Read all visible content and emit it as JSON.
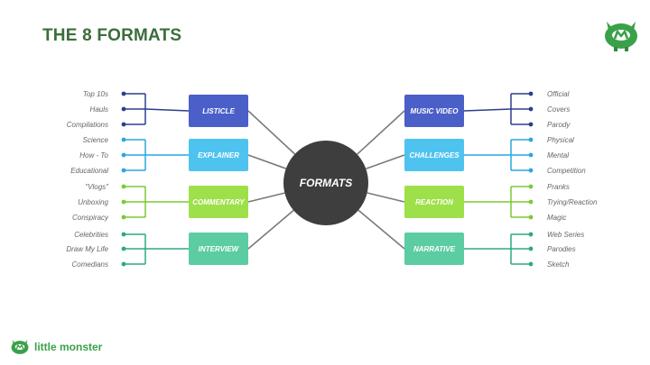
{
  "page": {
    "title": "THE 8 FORMATS"
  },
  "brand": {
    "name": "little monster",
    "logo_icon": "monster-logo-icon",
    "color": "#3aa14a"
  },
  "center": {
    "label": "FORMATS",
    "color": "#3e3e3e"
  },
  "left_groups": [
    {
      "label": "LISTICLE",
      "color": "#4a5fc8",
      "line_color": "#2b3f8f",
      "leaves": [
        "Top 10s",
        "Hauls",
        "Compilations"
      ]
    },
    {
      "label": "EXPLAINER",
      "color": "#4fc3f0",
      "line_color": "#28a8de",
      "leaves": [
        "Science",
        "How - To",
        "Educational"
      ]
    },
    {
      "label": "COMMENTARY",
      "color": "#9ee04a",
      "line_color": "#7cc934",
      "leaves": [
        "\"Vlogs\"",
        "Unboxing",
        "Conspiracy"
      ]
    },
    {
      "label": "INTERVIEW",
      "color": "#5ccca2",
      "line_color": "#2ea883",
      "leaves": [
        "Celebrities",
        "Draw My Life",
        "Comedians"
      ]
    }
  ],
  "right_groups": [
    {
      "label": "MUSIC VIDEO",
      "color": "#4a5fc8",
      "line_color": "#2b3f8f",
      "leaves": [
        "Official",
        "Covers",
        "Parody"
      ]
    },
    {
      "label": "CHALLENGES",
      "color": "#4fc3f0",
      "line_color": "#28a8de",
      "leaves": [
        "Physical",
        "Mental",
        "Competition"
      ]
    },
    {
      "label": "REACTION",
      "color": "#9ee04a",
      "line_color": "#7cc934",
      "leaves": [
        "Pranks",
        "Trying/Reaction",
        "Magic"
      ]
    },
    {
      "label": "NARRATIVE",
      "color": "#5ccca2",
      "line_color": "#2ea883",
      "leaves": [
        "Web Series",
        "Parodies",
        "Sketch"
      ]
    }
  ]
}
